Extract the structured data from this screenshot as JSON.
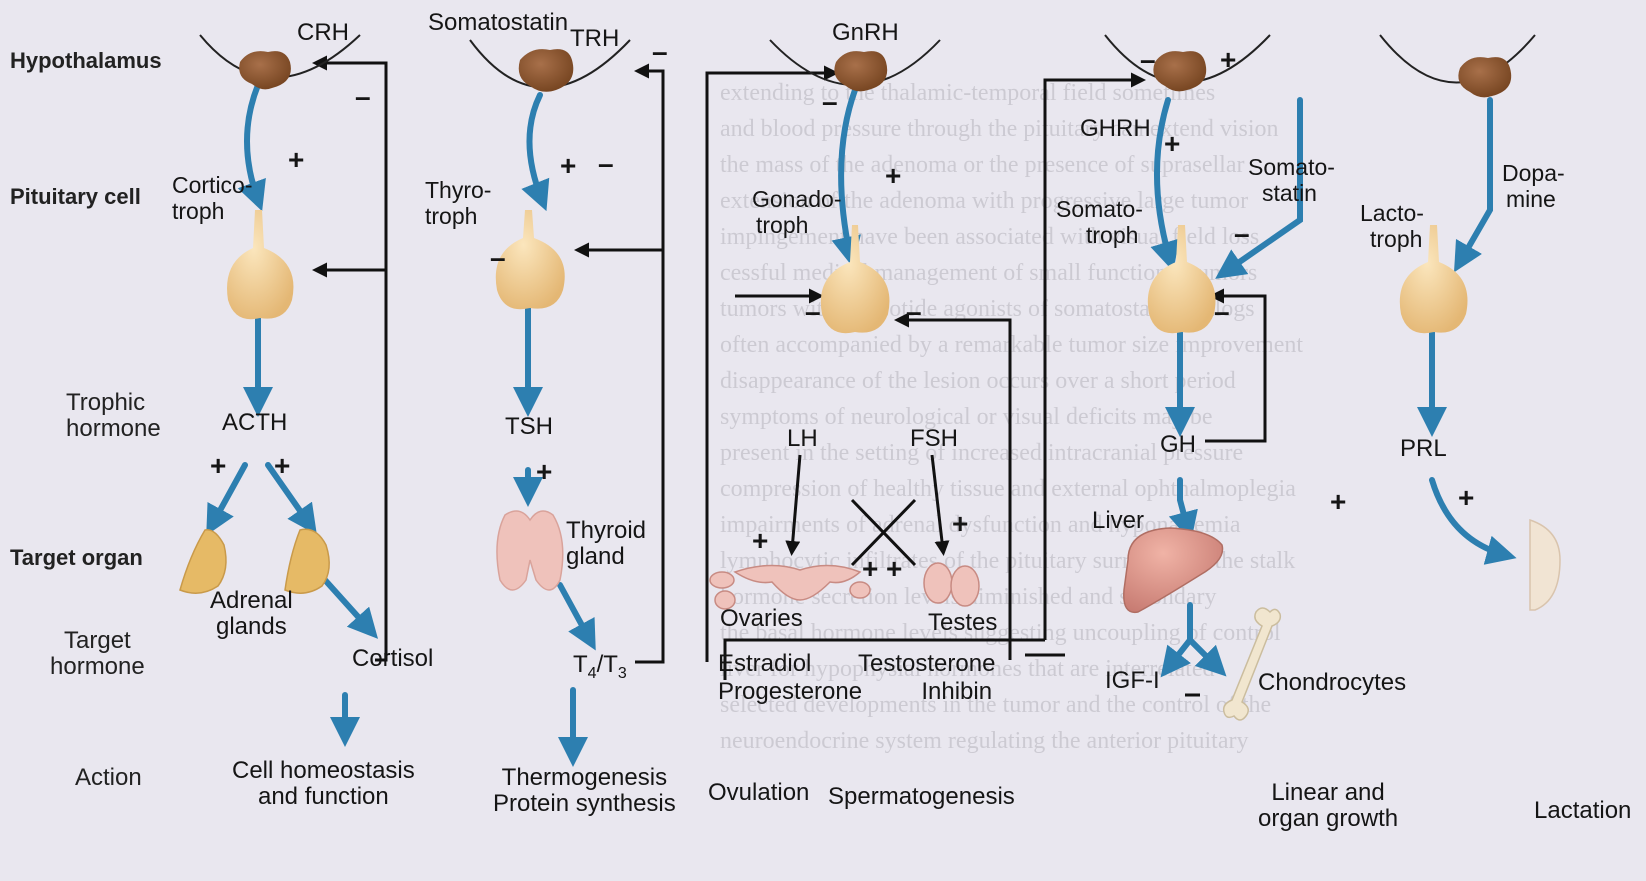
{
  "levels": {
    "hypothalamus": "Hypothalamus",
    "pituitary": "Pituitary cell",
    "trophic": [
      "Trophic",
      "hormone"
    ],
    "target_organ": "Target organ",
    "target_hormone": [
      "Target",
      "hormone"
    ],
    "action": "Action"
  },
  "adrenal": {
    "releasing": "CRH",
    "cell": [
      "Cortico-",
      "troph"
    ],
    "trophic": "ACTH",
    "organ": [
      "Adrenal",
      "glands"
    ],
    "hormone": "Cortisol",
    "action": [
      "Cell homeostasis",
      "and function"
    ]
  },
  "thyroid": {
    "inhibitor": "Somatostatin",
    "releasing": "TRH",
    "cell": [
      "Thyro-",
      "troph"
    ],
    "trophic": "TSH",
    "organ": [
      "Thyroid",
      "gland"
    ],
    "hormone_base": "T",
    "hormone_sub1": "4",
    "hormone_mid": "/T",
    "hormone_sub2": "3",
    "action": [
      "Thermogenesis",
      "Protein synthesis"
    ]
  },
  "gonad": {
    "releasing": "GnRH",
    "cell": [
      "Gonado-",
      "troph"
    ],
    "trophic_1": "LH",
    "trophic_2": "FSH",
    "organ_1": "Ovaries",
    "organ_2": "Testes",
    "hormone_1": [
      "Estradiol",
      "Progesterone"
    ],
    "hormone_2": [
      "Testosterone",
      "Inhibin"
    ],
    "action_1": "Ovulation",
    "action_2": "Spermatogenesis"
  },
  "growth": {
    "releasing": "GHRH",
    "inhibitor": [
      "Somato-",
      "statin"
    ],
    "cell": [
      "Somato-",
      "troph"
    ],
    "trophic": "GH",
    "organ": "Liver",
    "hormone": "IGF-I",
    "target_2": "Chondrocytes",
    "action": [
      "Linear and",
      "organ growth"
    ]
  },
  "prolactin": {
    "inhibitor": [
      "Dopa-",
      "mine"
    ],
    "cell": [
      "Lacto-",
      "troph"
    ],
    "trophic": "PRL",
    "action": "Lactation"
  },
  "signs": {
    "plus": "+",
    "minus": "–"
  },
  "colors": {
    "arrow_blue": "#2d7fb0",
    "hypothalamus_brown": "#8a5532",
    "pituitary_tan": "#ecc88d",
    "adrenal_gold": "#e6ba66",
    "thyroid_pink": "#efc2bb",
    "liver_rose": "#d4877d",
    "page_bg": "#e9e7ef"
  },
  "background_text": [
    "extending to the thalamic-temporal field sometimes",
    "and blood pressure through the pituitary can extend vision",
    "the mass of the adenoma or the presence of suprasellar",
    "extension of the adenoma with progressive large tumor",
    "impingement have been associated with visual field loss",
    "cessful medical management of small functional tumors",
    "tumors with octreotide agonists of somatostatin analogs",
    "often accompanied by a remarkable tumor size improvement",
    "disappearance of the lesion occurs over a short period",
    "symptoms of neurological or visual deficits may be",
    "present in the setting of increased intracranial pressure",
    "compression of healthy tissue and external ophthalmoplegia",
    "impairments of adrenal dysfunction and hyponatremia",
    "lymphocytic infiltrates of the pituitary surrounding the stalk",
    "hormone secretion levels diminished and secondary",
    "the basal hormone levels suggesting uncoupling of control",
    "liver for hypophysial hormones that are interrelated",
    "selected developments in the tumor and the control of the",
    "neuroendocrine system regulating the anterior pituitary"
  ]
}
